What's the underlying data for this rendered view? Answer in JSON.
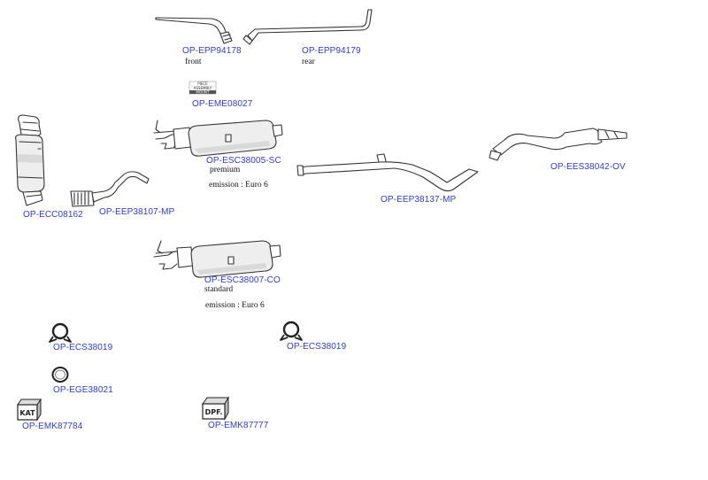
{
  "parts": [
    {
      "id": "epp94178",
      "ref": "OP-EPP94178",
      "note": "front",
      "icon": "front-pipe-icon"
    },
    {
      "id": "epp94179",
      "ref": "OP-EPP94179",
      "note": "rear",
      "icon": "rear-pipe-icon"
    },
    {
      "id": "eme08027",
      "ref": "OP-EME08027",
      "note": "",
      "icon": "mounting-kit-label-icon"
    },
    {
      "id": "esc38005",
      "ref": "OP-ESC38005-SC",
      "note": "premium",
      "note2": "emission : Euro 6",
      "icon": "dpf-premium-icon"
    },
    {
      "id": "ecc08162",
      "ref": "OP-ECC08162",
      "note": "",
      "icon": "catalytic-converter-icon"
    },
    {
      "id": "eep38107",
      "ref": "OP-EEP38107-MP",
      "note": "",
      "icon": "flex-pipe-icon"
    },
    {
      "id": "eep38137",
      "ref": "OP-EEP38137-MP",
      "note": "",
      "icon": "intermediate-pipe-icon"
    },
    {
      "id": "ees38042",
      "ref": "OP-EES38042-OV",
      "note": "",
      "icon": "rear-silencer-icon"
    },
    {
      "id": "esc38007",
      "ref": "OP-ESC38007-CO",
      "note": "standard",
      "note2": "emission : Euro 6",
      "icon": "dpf-standard-icon"
    },
    {
      "id": "ecs38019a",
      "ref": "OP-ECS38019",
      "note": "",
      "icon": "clamp-icon"
    },
    {
      "id": "ecs38019b",
      "ref": "OP-ECS38019",
      "note": "",
      "icon": "clamp-icon"
    },
    {
      "id": "ege38021",
      "ref": "OP-EGE38021",
      "note": "",
      "icon": "gasket-ring-icon"
    },
    {
      "id": "emk87784",
      "ref": "OP-EMK87784",
      "note": "",
      "icon": "kat-box-icon",
      "box_label": "KAT"
    },
    {
      "id": "emk87777",
      "ref": "OP-EMK87777",
      "note": "",
      "icon": "dpf-box-icon",
      "box_label": "DPF."
    }
  ],
  "mounting_label_text": [
    "PIECE",
    "ASSEMBLY",
    "MOUNT"
  ],
  "colors": {
    "link": "#2f3bd3",
    "text": "#111111",
    "stroke": "#333333"
  }
}
